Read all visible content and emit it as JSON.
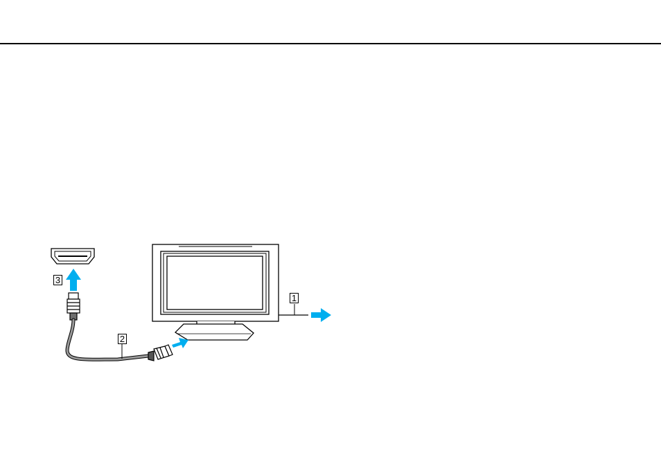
{
  "callouts": {
    "one": "1",
    "two": "2",
    "three": "3"
  },
  "colors": {
    "arrow": "#00AEEF",
    "line": "#000000",
    "cable": "#888888",
    "panel_fill": "#ffffff"
  },
  "icons": {
    "tv": "flat-panel-tv-icon",
    "hdmi_port": "hdmi-port-icon",
    "hdmi_plug": "hdmi-plug-icon",
    "arrow": "blue-arrow-icon"
  }
}
